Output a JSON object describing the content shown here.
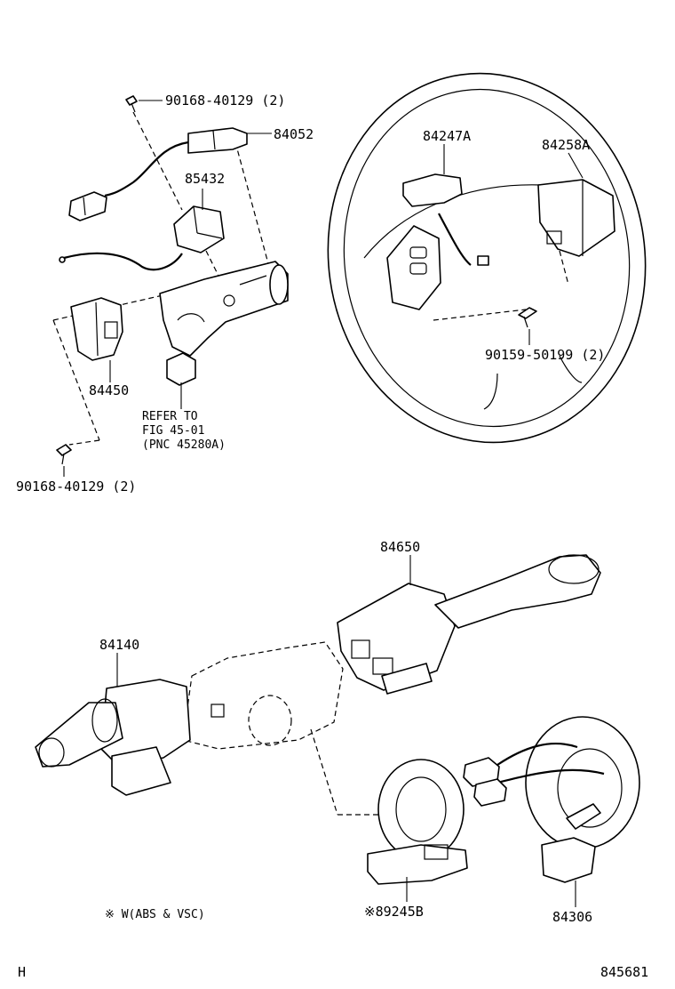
{
  "labels": {
    "screw_top": "90168-40129 (2)",
    "p84052": "84052",
    "p85432": "85432",
    "p84450": "84450",
    "refer_line1": "REFER TO",
    "refer_line2": "FIG 45-01",
    "refer_line3": "(PNC 45280A)",
    "screw_bottom": "90168-40129 (2)",
    "p84247a": "84247A",
    "p84258a": "84258A",
    "screw_wheel": "90159-50199 (2)",
    "p84650": "84650",
    "p84140": "84140",
    "p89245b": "※89245B",
    "p84306": "84306",
    "note": "※ W(ABS & VSC)",
    "corner_left": "H",
    "corner_right": "845681"
  }
}
